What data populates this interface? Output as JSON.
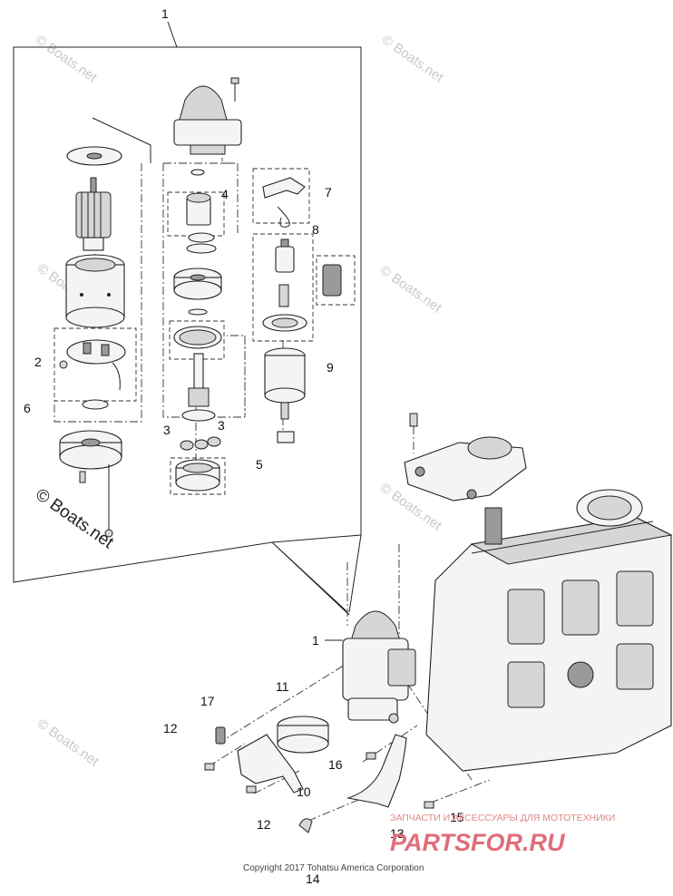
{
  "callouts": {
    "c1_top": "1",
    "c2": "2",
    "c3a": "3",
    "c3b": "3",
    "c4": "4",
    "c5": "5",
    "c6": "6",
    "c7": "7",
    "c8": "8",
    "c9": "9",
    "c1_main": "1",
    "c10": "10",
    "c11": "11",
    "c12a": "12",
    "c12b": "12",
    "c13": "13",
    "c14": "14",
    "c15": "15",
    "c16": "16",
    "c17": "17"
  },
  "watermarks": {
    "wm_small": "© Boats.net",
    "wm_large": "© Boats.net"
  },
  "branding": {
    "tagline": "ЗАПЧАСТИ И АКСЕССУАРЫ ДЛЯ МОТОТЕХНИКИ",
    "name": "PARTSFOR.RU"
  },
  "footer": {
    "copyright": "Copyright 2017 Tohatsu America Corporation"
  },
  "icons": {
    "starter_motor": "starter-motor-icon",
    "engine_block": "engine-block-icon",
    "bracket": "bracket-icon",
    "bolt": "bolt-icon"
  }
}
